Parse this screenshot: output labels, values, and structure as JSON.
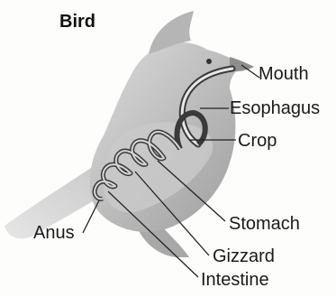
{
  "figure": {
    "title": "Bird",
    "labels": {
      "mouth": "Mouth",
      "esophagus": "Esophagus",
      "crop": "Crop",
      "stomach": "Stomach",
      "gizzard": "Gizzard",
      "intestine": "Intestine",
      "anus": "Anus"
    }
  }
}
